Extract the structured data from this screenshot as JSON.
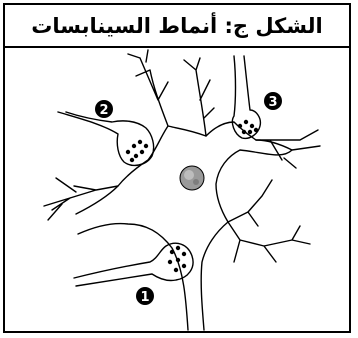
{
  "figure": {
    "title": "الشكل ج: أنماط السينابسات",
    "labels": [
      {
        "id": "synapse-1",
        "text": "1"
      },
      {
        "id": "synapse-2",
        "text": "2"
      },
      {
        "id": "synapse-3",
        "text": "3"
      }
    ]
  }
}
